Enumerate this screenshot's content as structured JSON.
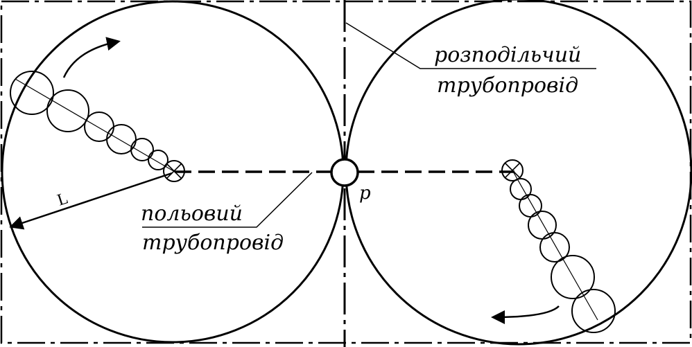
{
  "labels": {
    "distribution_pipeline_line1": "розподільчий",
    "distribution_pipeline_line2": "трубопровід",
    "field_pipeline_line1": "польовий",
    "field_pipeline_line2": "трубопровід",
    "radius_label": "L",
    "point_label": "р"
  },
  "colors": {
    "stroke": "#000000",
    "background": "#ffffff"
  }
}
